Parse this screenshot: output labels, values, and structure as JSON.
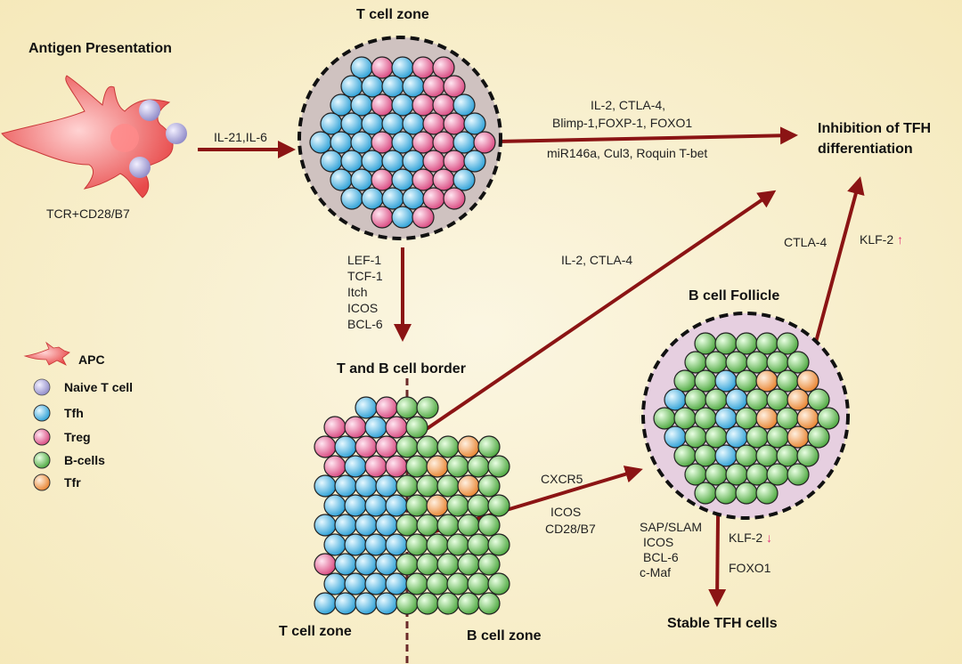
{
  "colors": {
    "naive": "#a8a4d4",
    "tfh": "#4fb8e6",
    "treg": "#e46aa0",
    "bcell": "#6cbf5a",
    "tfr": "#f09a4c",
    "arrow": "#8b1414",
    "up_down_arrow": "#e0307a"
  },
  "titles": {
    "antigen_presentation": "Antigen Presentation",
    "t_cell_zone_top": "T cell zone",
    "inhibition_line1": "Inhibition of TFH",
    "inhibition_line2": "differentiation",
    "tb_border": "T and B cell border",
    "b_cell_follicle": "B cell Follicle",
    "t_cell_zone_bottom": "T cell zone",
    "b_cell_zone": "B cell zone",
    "stable_tfh": "Stable TFH cells"
  },
  "labels": {
    "tcr": "TCR+CD28/B7",
    "il21": "IL-21,IL-6",
    "inhib_top1": "IL-2, CTLA-4,",
    "inhib_top2": "Blimp-1,FOXP-1, FOXO1",
    "inhib_bottom": "miR146a, Cul3, Roquin T-bet",
    "down_factors": [
      "LEF-1",
      "TCF-1",
      "Itch",
      "ICOS",
      "BCL-6"
    ],
    "il2_ctla4": "IL-2, CTLA-4",
    "ctla4": "CTLA-4",
    "klf2_up": "KLF-2",
    "klf2_down": "KLF-2",
    "cxcr5": "CXCR5",
    "icos": "ICOS",
    "cd28": "CD28/B7",
    "stable_factors": [
      "SAP/SLAM",
      "ICOS",
      "BCL-6",
      "c-Maf"
    ],
    "foxo1": "FOXO1",
    "up_arrow": "↑",
    "down_arrow": "↓"
  },
  "legend": {
    "apc": "APC",
    "naive": "Naive T cell",
    "tfh": "Tfh",
    "treg": "Treg",
    "bcell": "B-cells",
    "tfr": "Tfr"
  }
}
